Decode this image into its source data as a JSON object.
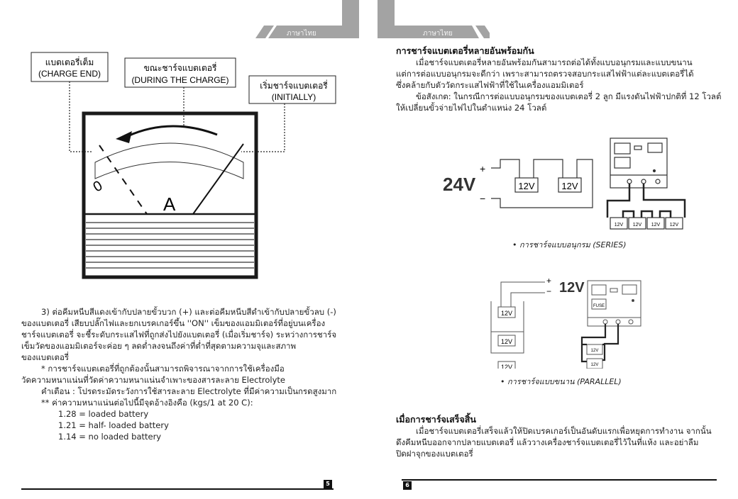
{
  "header": {
    "left_tab": "ภาษาไทย",
    "right_tab": "ภาษาไทย"
  },
  "left_page": {
    "meter": {
      "label_end_th": "แบตเตอรี่เต็ม",
      "label_end_en": "(CHARGE END)",
      "label_during_th": "ขณะชาร์จแบตเตอรี่",
      "label_during_en": "(DURING THE CHARGE)",
      "label_initial_th": "เริ่มชาร์จแบตเตอรี่",
      "label_initial_en": "(INITIALLY)",
      "zero": "0",
      "unit": "A"
    },
    "para1": [
      "3) ต่อคีมหนีบสีแดงเข้ากับปลายขั้วบวก (+) และต่อคีมหนีบสีดำเข้ากับปลายขั้วลบ (-)",
      "ของแบตเตอรี่ เสียบปลั๊กไฟและยกเบรคเกอร์ขึ้น ''ON'' เข็มของแอมมิเตอร์ที่อยู่บนเครื่อง",
      "ชาร์จแบตเตอรี่ จะชี้ระดับกระแสไฟที่ถูกส่งไปยังแบตเตอรี่ (เมื่อเริ่มชาร์จ) ระหว่างการชาร์จ",
      "เข็มวัดของแอมมิเตอร์จะค่อย ๆ ลดต่ำลงจนถึงค่าที่ต่ำที่สุดตามความจุและสภาพ",
      "ของแบตเตอรี่"
    ],
    "note1": [
      "* การชาร์จแบตเตอรี่ที่ถูกต้องนั้นสามารถพิจารณาจากการใช้เครื่องมือ",
      "วัดความหนาแน่นที่วัดค่าความหนาแน่นจำเพาะของสารละลาย Electrolyte"
    ],
    "warning": "คำเตือน : โปรดระมัดระวังการใช้สารละลาย Electrolyte ที่มีค่าความเป็นกรดสูงมาก",
    "note2": "** ค่าความหนาแน่นต่อไปนี้มีจุดอ้างอิงคือ (kgs/1 at 20 C):",
    "densities": [
      "1.28 = loaded battery",
      "1.21 = half- loaded battery",
      "1.14 = no loaded battery"
    ],
    "page_number": "5"
  },
  "right_page": {
    "section1_title": "การชาร์จแบตเตอรี่หลายอันพร้อมกัน",
    "section1_lines": [
      "เมื่อชาร์จแบตเตอรี่หลายอันพร้อมกันสามารถต่อได้ทั้งแบบอนุกรมและแบบขนาน",
      "แต่การต่อแบบอนุกรมจะดีกว่า เพราะสามารถตรวจสอบกระแสไฟฟ้าแต่ละแบตเตอรี่ได้",
      "ซึ่งคล้ายกับตัววัดกระแสไฟฟ้าที่ใช้ในเครื่องแอมมิเตอร์"
    ],
    "note_lines": [
      "ข้อสังเกต: ในกรณีการต่อแบบอนุกรมของแบตเตอรี่ 2 ลูก มีแรงดันไฟฟ้าปกติที่ 12 โวลต์",
      "ให้เปลี่ยนขั้วจ่ายไฟไปในตำแหน่ง 24 โวลต์"
    ],
    "series": {
      "voltage": "24V",
      "battery": "12V",
      "plus": "+",
      "minus": "−",
      "caption": "• การชาร์จแบบอนุกรม (SERIES)"
    },
    "parallel": {
      "voltage": "12V",
      "battery": "12V",
      "fuse": "FUSE",
      "plus": "+",
      "minus": "−",
      "caption": "• การชาร์จแบบขนาน (PARALLEL)"
    },
    "section2_title": "เมื่อการชาร์จเสร็จสิ้น",
    "section2_lines": [
      "เมื่อชาร์จแบตเตอรี่เสร็จแล้วให้ปิดเบรคเกอร์เป็นอันดับแรกเพื่อหยุดการทำงาน จากนั้น",
      "ดึงคีมหนีบออกจากปลายแบตเตอรี่ แล้ววางเครื่องชาร์จแบตเตอรี่ไว้ในที่แห้ง และอย่าลืม",
      "ปิดฝาจุกของแบตเตอรี่"
    ],
    "page_number": "6"
  }
}
